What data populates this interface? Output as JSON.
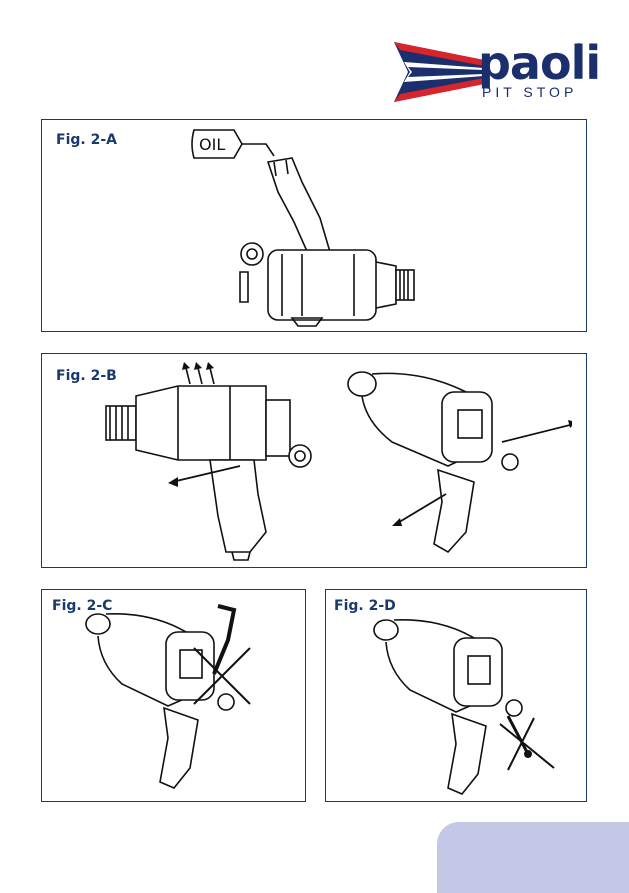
{
  "logo": {
    "word": "paoli",
    "sub": "PIT STOP",
    "reg": "®"
  },
  "colors": {
    "panel_border": "#1a3a6b",
    "brand_navy": "#1a2f6b",
    "brand_red": "#d8242b",
    "tab": "#c5c7e6"
  },
  "figures": {
    "a": {
      "label": "Fig. 2-A",
      "oil_label": "OIL"
    },
    "b": {
      "label": "Fig. 2-B"
    },
    "c": {
      "label": "Fig. 2-C"
    },
    "d": {
      "label": "Fig. 2-D"
    }
  }
}
